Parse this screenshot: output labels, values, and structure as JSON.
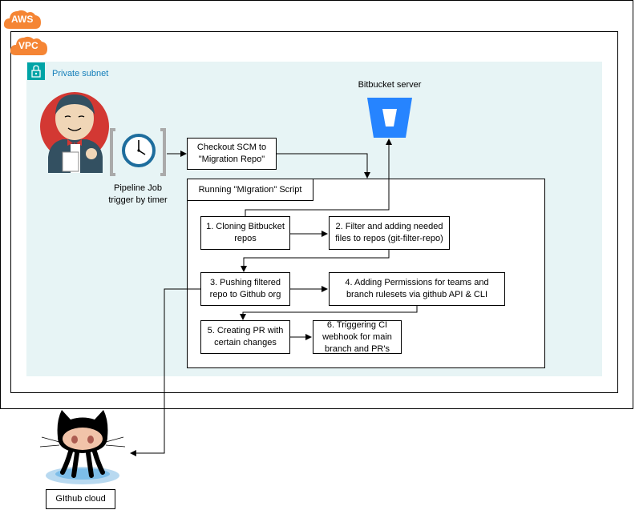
{
  "cloud": {
    "aws_label": "AWS",
    "vpc_label": "VPC"
  },
  "subnet": {
    "label": "Private subnet"
  },
  "bitbucket": {
    "label": "Bitbucket server"
  },
  "pipeline": {
    "label": "Pipeline Job\ntrigger by timer"
  },
  "checkout": {
    "label": "Checkout SCM to\n\"Migration Repo\""
  },
  "script": {
    "label": "Running \"MIgration\" Script"
  },
  "steps": {
    "s1": "1. Cloning Bitbucket\nrepos",
    "s2": "2. Filter and adding needed\nfiles to repos (git-filter-repo)",
    "s3": "3. Pushing filtered\nrepo to Github org",
    "s4": "4. Adding Permissions for teams and\nbranch rulesets via github API & CLI",
    "s5": "5. Creating PR with\ncertain changes",
    "s6": "6. Triggering CI\nwebhook for main\nbranch and PR's"
  },
  "github": {
    "label": "GIthub cloud"
  },
  "colors": {
    "aws_orange": "#f58534",
    "subnet_fill": "#e7f4f5",
    "subnet_teal": "#00a4a6",
    "bitbucket_blue": "#2684ff"
  }
}
